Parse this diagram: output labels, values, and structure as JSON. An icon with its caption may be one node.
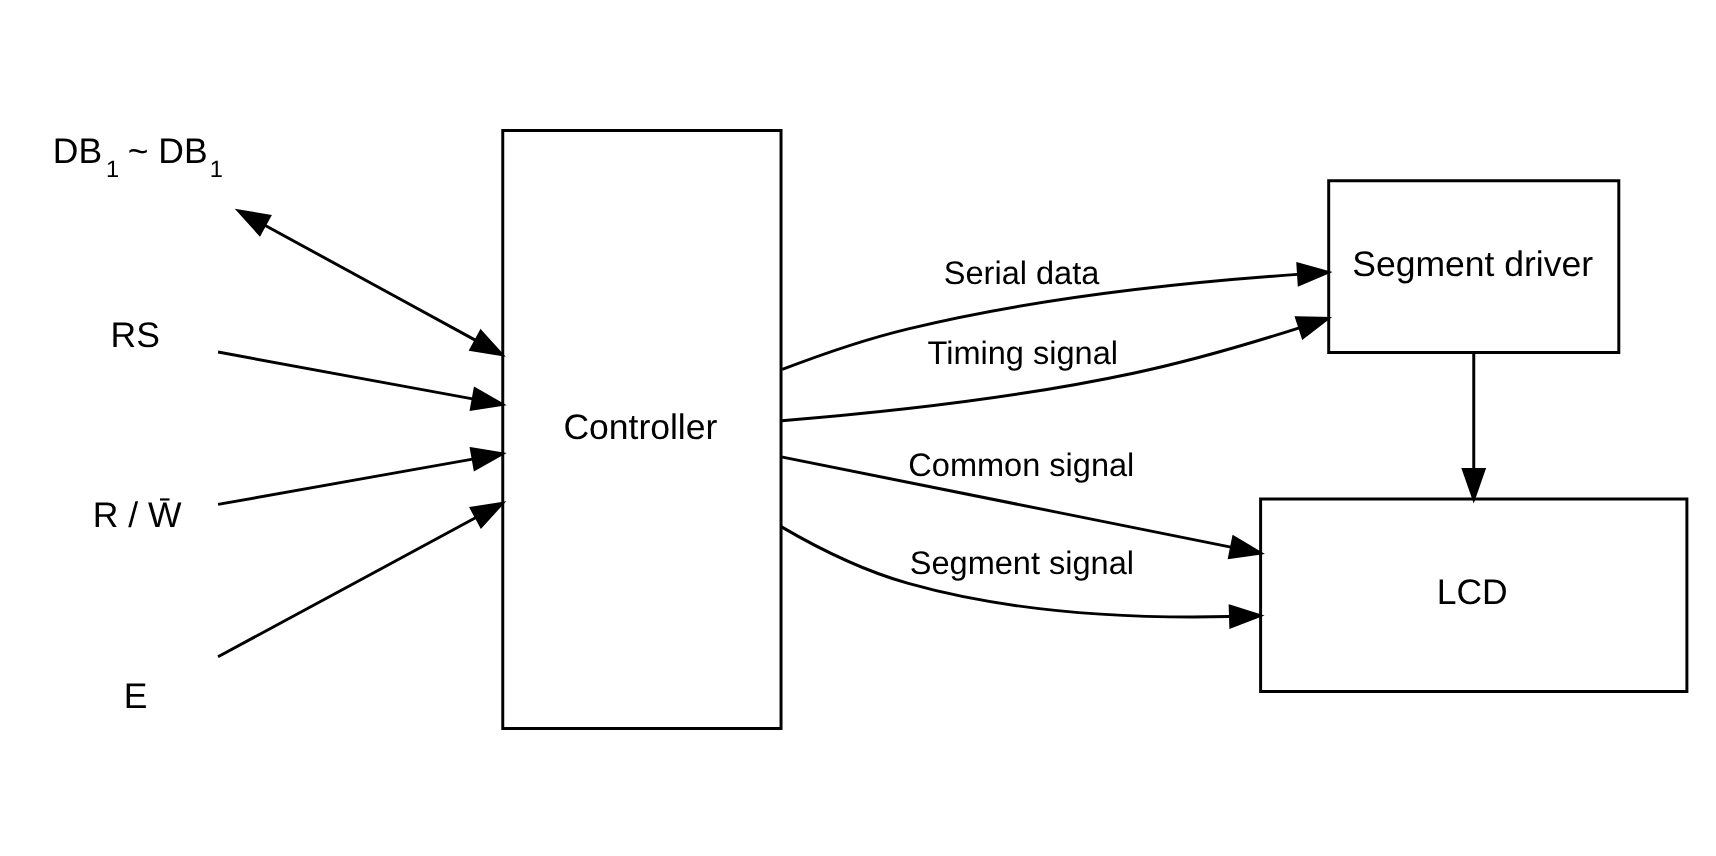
{
  "diagram": {
    "nodes": [
      {
        "text": [
          "DB$_{1}$ ~ DB$_{1}$"
        ]
      },
      {
        "text": [
          "RS"
        ]
      },
      {
        "text": [
          "R / W̄"
        ]
      },
      {
        "text": [
          "E"
        ]
      },
      {
        "text": [
          "Controller"
        ]
      },
      {
        "text": [
          "LCD"
        ]
      },
      {
        "text": [
          "Segment driver"
        ]
      }
    ],
    "edges": [
      {
        "from": 0,
        "to": 4,
        "arrow": "both"
      },
      {
        "from": 1,
        "to": 4,
        "arrow": "to"
      },
      {
        "from": 2,
        "to": 4,
        "arrow": "to"
      },
      {
        "from": 3,
        "to": 4,
        "arrow": "to"
      },
      {
        "from": 4,
        "to": 5,
        "arrow": "to",
        "label": "Common signal"
      },
      {
        "from": 4,
        "to": 5,
        "arrow": "to",
        "label": "Segment signal"
      },
      {
        "from": 4,
        "to": 6,
        "arrow": "to",
        "label": "Serial data"
      },
      {
        "from": 4,
        "to": 6,
        "arrow": "to",
        "label": "Timing signal"
      },
      {
        "from": 6,
        "to": 5,
        "arrow": "to"
      }
    ]
  }
}
